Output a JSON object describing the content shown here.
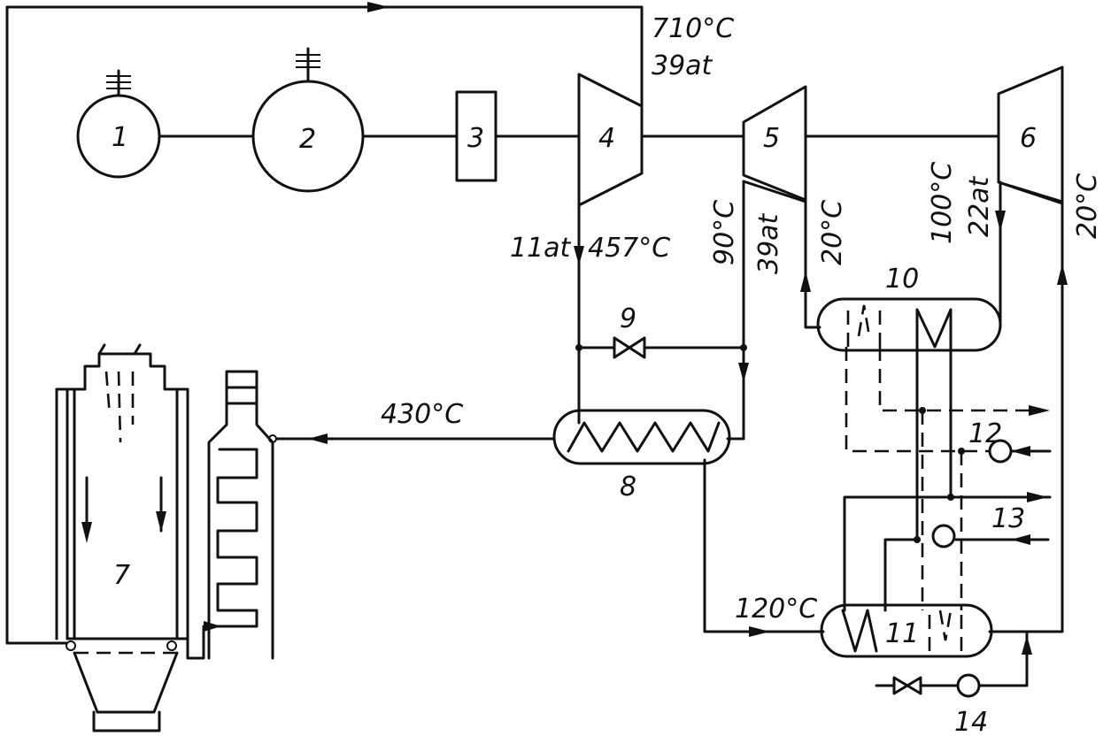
{
  "numbers": {
    "n1": "1",
    "n2": "2",
    "n3": "3",
    "n4": "4",
    "n5": "5",
    "n6": "6",
    "n7": "7",
    "n8": "8",
    "n9": "9",
    "n10": "10",
    "n11": "11",
    "n12": "12",
    "n13": "13",
    "n14": "14"
  },
  "labels": {
    "t710": "710°C",
    "p39a": "39at",
    "p11": "11at",
    "t457": "457°C",
    "t90": "90°C",
    "p39b": "39at",
    "t20a": "20°C",
    "t100": "100°C",
    "p22": "22at",
    "t20b": "20°C",
    "t430": "430°C",
    "t120": "120°C"
  }
}
